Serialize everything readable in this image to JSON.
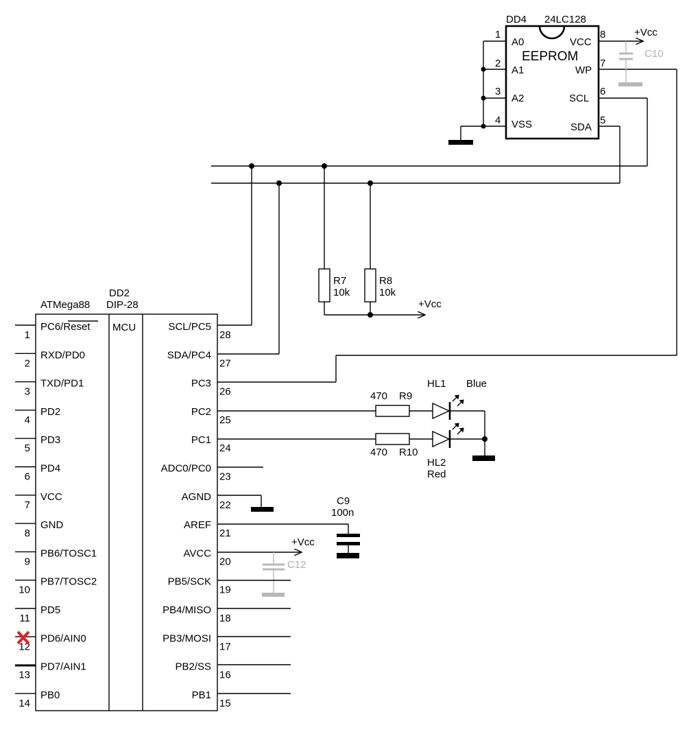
{
  "eeprom": {
    "ref": "DD4",
    "part": "24LC128",
    "name": "EEPROM",
    "left_pins": [
      {
        "num": "1",
        "name": "A0"
      },
      {
        "num": "2",
        "name": "A1"
      },
      {
        "num": "3",
        "name": "A2"
      },
      {
        "num": "4",
        "name": "VSS"
      }
    ],
    "right_pins": [
      {
        "num": "8",
        "name": "VCC"
      },
      {
        "num": "7",
        "name": "WP"
      },
      {
        "num": "6",
        "name": "SCL"
      },
      {
        "num": "5",
        "name": "SDA"
      }
    ],
    "vcc_label": "+Vcc",
    "cap_label": "C10"
  },
  "mcu": {
    "ref": "DD2",
    "package": "DIP-28",
    "part": "ATMega88",
    "center_label": "MCU",
    "left_pins": [
      {
        "num": "1",
        "name": "PC6/Reset"
      },
      {
        "num": "2",
        "name": "RXD/PD0"
      },
      {
        "num": "3",
        "name": "TXD/PD1"
      },
      {
        "num": "4",
        "name": "PD2"
      },
      {
        "num": "5",
        "name": "PD3"
      },
      {
        "num": "6",
        "name": "PD4"
      },
      {
        "num": "7",
        "name": "VCC"
      },
      {
        "num": "8",
        "name": "GND"
      },
      {
        "num": "9",
        "name": "PB6/TOSC1"
      },
      {
        "num": "10",
        "name": "PB7/TOSC2"
      },
      {
        "num": "11",
        "name": "PD5"
      },
      {
        "num": "12",
        "name": "PD6/AIN0"
      },
      {
        "num": "13",
        "name": "PD7/AIN1"
      },
      {
        "num": "14",
        "name": "PB0"
      }
    ],
    "right_pins": [
      {
        "num": "28",
        "name": "SCL/PC5"
      },
      {
        "num": "27",
        "name": "SDA/PC4"
      },
      {
        "num": "26",
        "name": "PC3"
      },
      {
        "num": "25",
        "name": "PC2"
      },
      {
        "num": "24",
        "name": "PC1"
      },
      {
        "num": "23",
        "name": "ADC0/PC0"
      },
      {
        "num": "22",
        "name": "AGND"
      },
      {
        "num": "21",
        "name": "AREF"
      },
      {
        "num": "20",
        "name": "AVCC"
      },
      {
        "num": "19",
        "name": "PB5/SCK"
      },
      {
        "num": "18",
        "name": "PB4/MISO"
      },
      {
        "num": "17",
        "name": "PB3/MOSI"
      },
      {
        "num": "16",
        "name": "PB2/SS"
      },
      {
        "num": "15",
        "name": "PB1"
      }
    ]
  },
  "resistors": {
    "r7": {
      "ref": "R7",
      "value": "10k"
    },
    "r8": {
      "ref": "R8",
      "value": "10k"
    },
    "r9": {
      "ref": "R9",
      "value": "470"
    },
    "r10": {
      "ref": "R10",
      "value": "470"
    }
  },
  "leds": {
    "hl1": {
      "ref": "HL1",
      "color": "Blue"
    },
    "hl2": {
      "ref": "HL2",
      "color": "Red"
    }
  },
  "capacitors": {
    "c9": {
      "ref": "C9",
      "value": "100n"
    },
    "c12": {
      "ref": "C12"
    }
  },
  "supply": {
    "pullup_vcc": "+Vcc",
    "avcc_vcc": "+Vcc"
  },
  "colors": {
    "wire": "#000000",
    "unpopulated": "#b0b0b0",
    "no_connect_mark": "#e02020"
  }
}
